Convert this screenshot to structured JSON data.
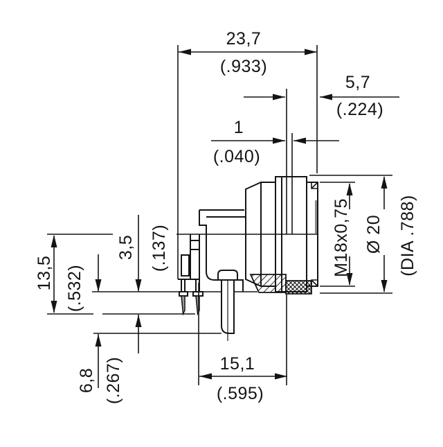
{
  "colors": {
    "line": "#141414",
    "background": "#ffffff",
    "pin_fill": "#9a9a9a",
    "shaded_edge": "#8a8a8a"
  },
  "dimensions": {
    "overall_depth": {
      "mm": "23,7",
      "inch": "(.933)"
    },
    "front_section": {
      "mm": "5,7",
      "inch": "(.224)"
    },
    "slot_width": {
      "mm": "1",
      "inch": "(.040)"
    },
    "thread": {
      "label": "M18x0,75"
    },
    "outer_diameter": {
      "mm": "Ø 20",
      "inch": "(DIA .788)"
    },
    "axis_height": {
      "mm": "13,5",
      "inch": "(.532)"
    },
    "standoff": {
      "mm": "3,5",
      "inch": "(.137)"
    },
    "leg_protrusion": {
      "mm": "6,8",
      "inch": "(.267)"
    },
    "pin_to_flange": {
      "mm": "15,1",
      "inch": "(.595)"
    }
  }
}
